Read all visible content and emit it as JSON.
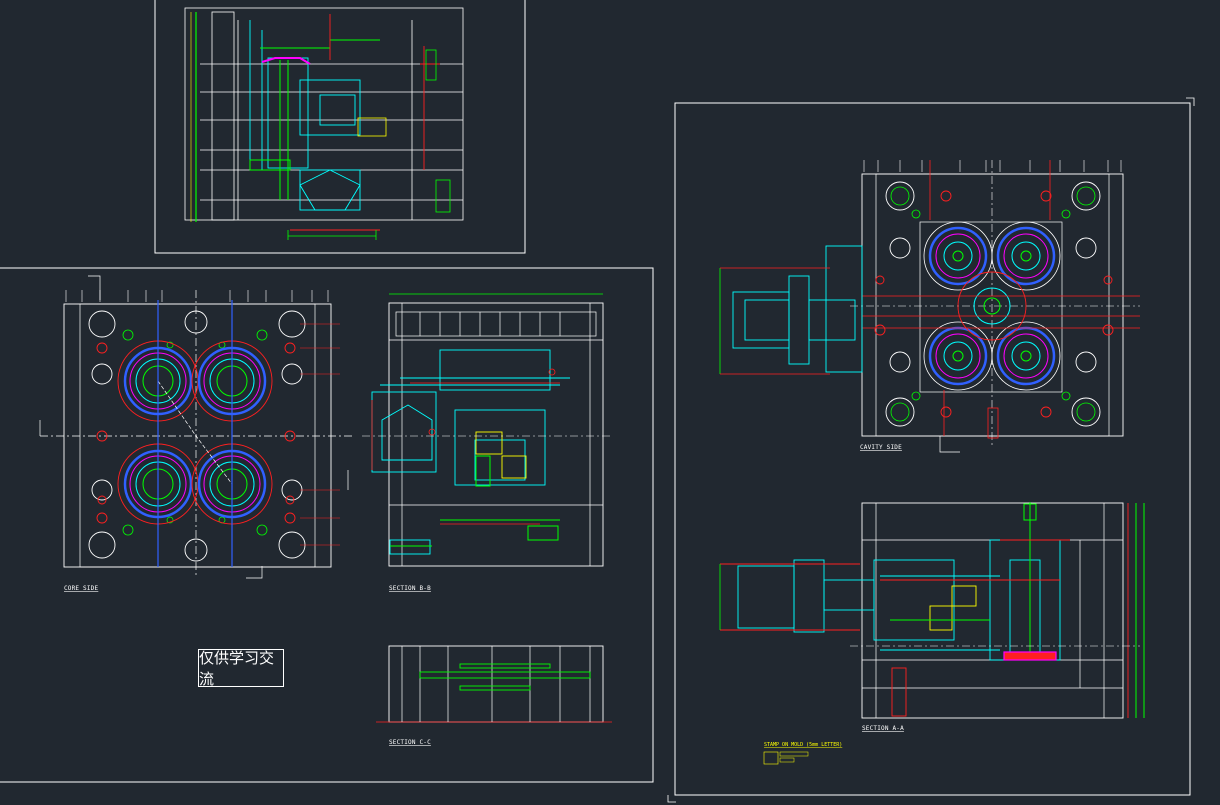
{
  "labels": {
    "core_side": "CORE SIDE",
    "section_bb": "SECTION B-B",
    "section_cc": "SECTION C-C",
    "cavity_side": "CAVITY SIDE",
    "section_aa": "SECTION A-A",
    "stamp_note": "STAMP ON MOLD (5mm LETTER)"
  },
  "watermark": "仅供学习交流",
  "colors": {
    "background": "#212830",
    "frame": "#ffffff",
    "cyan": "#00ffff",
    "green": "#00ff00",
    "red": "#ff2020",
    "magenta": "#ff00ff",
    "yellow": "#ffff00",
    "blue": "#3060ff"
  }
}
